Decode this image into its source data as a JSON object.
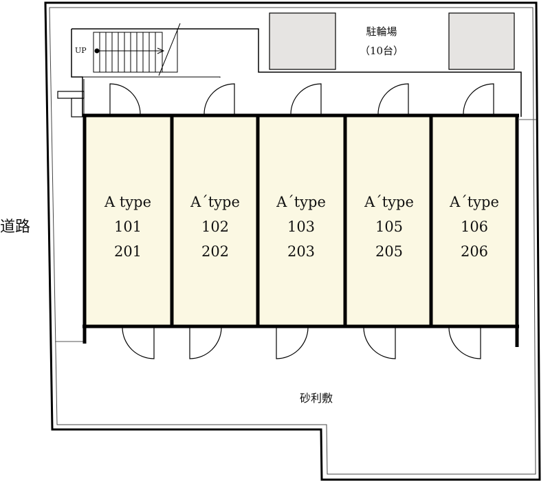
{
  "labels": {
    "road": "道路",
    "gravel": "砂利敷",
    "bicycle_parking": "駐輪場",
    "bicycle_capacity": "（10台）",
    "stair_up": "UP"
  },
  "units": [
    {
      "type": "A type",
      "lower": "101",
      "upper": "201"
    },
    {
      "type": "A´type",
      "lower": "102",
      "upper": "202"
    },
    {
      "type": "A´type",
      "lower": "103",
      "upper": "203"
    },
    {
      "type": "A´type",
      "lower": "105",
      "upper": "205"
    },
    {
      "type": "A´type",
      "lower": "106",
      "upper": "206"
    }
  ],
  "colors": {
    "unit_fill": "#fbf8e3",
    "bike_rack_fill": "#e6e4e2",
    "wall": "#000000"
  }
}
